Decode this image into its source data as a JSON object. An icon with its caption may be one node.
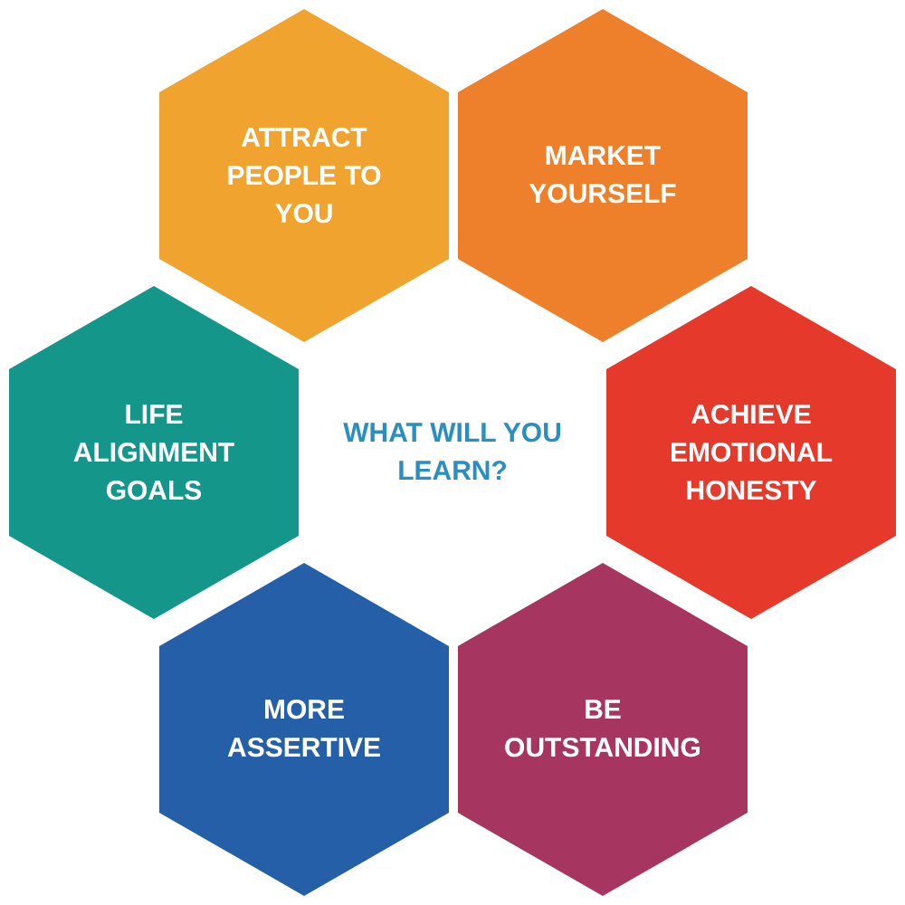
{
  "diagram": {
    "nodes": [
      {
        "text": [
          "ATTRACT PEOPLE TO YOU"
        ]
      },
      {
        "text": [
          "MARKET YOURSELF"
        ]
      },
      {
        "text": [
          "LIFE ALIGNMENT GOALS"
        ]
      },
      {
        "text": [
          "WHAT WILL YOU LEARN?"
        ]
      },
      {
        "text": [
          "ACHIEVE EMOTIONAL HONESTY"
        ]
      },
      {
        "text": [
          "MORE ASSERTIVE"
        ]
      },
      {
        "text": [
          "BE OUTSTANDING"
        ]
      }
    ]
  }
}
